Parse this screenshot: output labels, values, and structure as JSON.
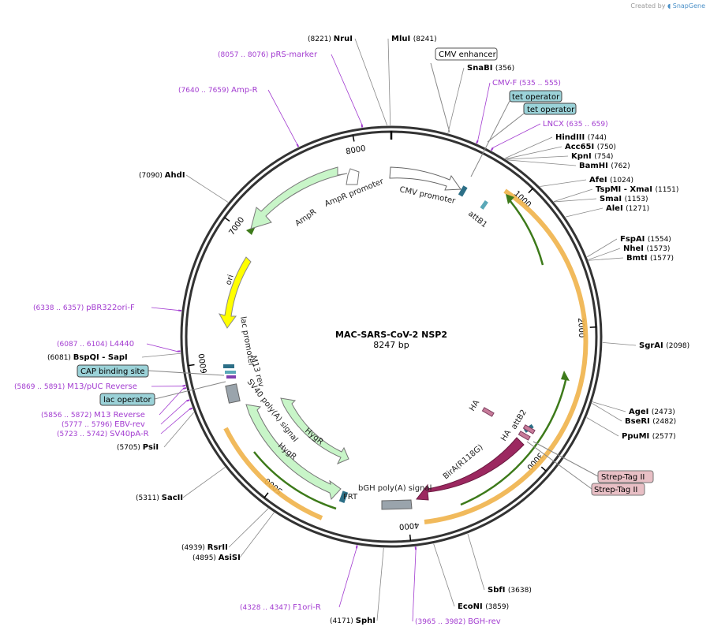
{
  "credit": {
    "prefix": "Created by",
    "brand": "SnapGene"
  },
  "plasmid": {
    "name": "MAC-SARS-CoV-2 NSP2",
    "size_label": "8247 bp",
    "length": 8247
  },
  "ticks": [
    {
      "label": "1000",
      "bp": 1000
    },
    {
      "label": "2000",
      "bp": 2000
    },
    {
      "label": "3000",
      "bp": 3000
    },
    {
      "label": "4000",
      "bp": 4000
    },
    {
      "label": "5000",
      "bp": 5000
    },
    {
      "label": "6000",
      "bp": 6000
    },
    {
      "label": "7000",
      "bp": 7000
    },
    {
      "label": "8000",
      "bp": 8000
    }
  ],
  "enzymes": [
    {
      "id": "nrui",
      "name": "NruI",
      "pos": "(8221)",
      "bp": 8221,
      "side": "L",
      "hide_pos": false
    },
    {
      "id": "mlui",
      "name": "MluI",
      "pos": "(8241)",
      "bp": 8241,
      "side": "R"
    },
    {
      "id": "snabi",
      "name": "SnaBI",
      "pos": "(356)",
      "bp": 356,
      "side": "R"
    },
    {
      "id": "hindiii",
      "name": "HindIII",
      "pos": "(744)",
      "bp": 744,
      "side": "R"
    },
    {
      "id": "acc65i",
      "name": "Acc65I",
      "pos": "(750)",
      "bp": 750,
      "side": "R"
    },
    {
      "id": "kpni",
      "name": "KpnI",
      "pos": "(754)",
      "bp": 754,
      "side": "R"
    },
    {
      "id": "bamhi",
      "name": "BamHI",
      "pos": "(762)",
      "bp": 762,
      "side": "R"
    },
    {
      "id": "afei",
      "name": "AfeI",
      "pos": "(1024)",
      "bp": 1024,
      "side": "R"
    },
    {
      "id": "tspmi",
      "name": "TspMI - XmaI",
      "pos": "(1151)",
      "bp": 1151,
      "side": "R"
    },
    {
      "id": "smai",
      "name": "SmaI",
      "pos": "(1153)",
      "bp": 1153,
      "side": "R"
    },
    {
      "id": "alei",
      "name": "AleI",
      "pos": "(1271)",
      "bp": 1271,
      "side": "R"
    },
    {
      "id": "fspai",
      "name": "FspAI",
      "pos": "(1554)",
      "bp": 1554,
      "side": "R"
    },
    {
      "id": "nhei",
      "name": "NheI",
      "pos": "(1573)",
      "bp": 1573,
      "side": "R"
    },
    {
      "id": "bmti",
      "name": "BmtI",
      "pos": "(1577)",
      "bp": 1577,
      "side": "R"
    },
    {
      "id": "sgrai",
      "name": "SgrAI",
      "pos": "(2098)",
      "bp": 2098,
      "side": "R"
    },
    {
      "id": "agei",
      "name": "AgeI",
      "pos": "(2473)",
      "bp": 2473,
      "side": "R"
    },
    {
      "id": "bseri",
      "name": "BseRI",
      "pos": "(2482)",
      "bp": 2482,
      "side": "R"
    },
    {
      "id": "ppumi",
      "name": "PpuMI",
      "pos": "(2577)",
      "bp": 2577,
      "side": "R"
    },
    {
      "id": "sbfi",
      "name": "SbfI",
      "pos": "(3638)",
      "bp": 3638,
      "side": "R"
    },
    {
      "id": "econi",
      "name": "EcoNI",
      "pos": "(3859)",
      "bp": 3859,
      "side": "R"
    },
    {
      "id": "sphi",
      "name": "SphI",
      "pos": "(4171)",
      "bp": 4171,
      "side": "L"
    },
    {
      "id": "asisi",
      "name": "AsiSI",
      "pos": "(4895)",
      "bp": 4895,
      "side": "L"
    },
    {
      "id": "rsrii",
      "name": "RsrII",
      "pos": "(4939)",
      "bp": 4939,
      "side": "L"
    },
    {
      "id": "sacii",
      "name": "SacII",
      "pos": "(5311)",
      "bp": 5311,
      "side": "L"
    },
    {
      "id": "psii",
      "name": "PsiI",
      "pos": "(5705)",
      "bp": 5705,
      "side": "L"
    },
    {
      "id": "bspqi",
      "name": "BspQI - SapI",
      "pos": "(6081)",
      "bp": 6081,
      "side": "L"
    },
    {
      "id": "ahdi",
      "name": "AhdI",
      "pos": "(7090)",
      "bp": 7090,
      "side": "L"
    }
  ],
  "primers": [
    {
      "id": "prs",
      "name": "pRS-marker",
      "pos": "(8057 .. 8076)",
      "bp": 8066
    },
    {
      "id": "ampr_p",
      "name": "Amp-R",
      "pos": "(7640 .. 7659)",
      "bp": 7650
    },
    {
      "id": "cmvf",
      "name": "CMV-F",
      "pos": "(535 .. 555)",
      "bp": 545
    },
    {
      "id": "lncx",
      "name": "LNCX",
      "pos": "(635 .. 659)",
      "bp": 647
    },
    {
      "id": "pbr",
      "name": "pBR322ori-F",
      "pos": "(6338 .. 6357)",
      "bp": 6347
    },
    {
      "id": "l4440",
      "name": "L4440",
      "pos": "(6087 .. 6104)",
      "bp": 6095
    },
    {
      "id": "m13puc",
      "name": "M13/pUC Reverse",
      "pos": "(5869 .. 5891)",
      "bp": 5880
    },
    {
      "id": "m13rev",
      "name": "M13 Reverse",
      "pos": "(5856 .. 5872)",
      "bp": 5864
    },
    {
      "id": "ebvrev",
      "name": "EBV-rev",
      "pos": "(5777 .. 5796)",
      "bp": 5786
    },
    {
      "id": "sv40pa",
      "name": "SV40pA-R",
      "pos": "(5723 .. 5742)",
      "bp": 5732
    },
    {
      "id": "f1ori",
      "name": "F1ori-R",
      "pos": "(4328 .. 4347)",
      "bp": 4337
    },
    {
      "id": "bghrev",
      "name": "BGH-rev",
      "pos": "(3965 .. 3982)",
      "bp": 3973
    }
  ],
  "boxed_features": [
    {
      "id": "cmv_enh",
      "name": "CMV enhancer",
      "bp": 200,
      "fill": "#ffffff"
    },
    {
      "id": "tetop1",
      "name": "tet operator",
      "bp": 590,
      "fill": "#9bd2d8"
    },
    {
      "id": "tetop2",
      "name": "tet operator",
      "bp": 610,
      "fill": "#9bd2d8"
    },
    {
      "id": "cap",
      "name": "CAP binding site",
      "bp": 6010,
      "fill": "#9bd2d8"
    },
    {
      "id": "lacop",
      "name": "lac operator",
      "bp": 5950,
      "fill": "#9bd2d8"
    },
    {
      "id": "strep1",
      "name": "Strep-Tag II",
      "bp": 2980,
      "fill": "#e8bfc5"
    },
    {
      "id": "strep2",
      "name": "Strep-Tag II",
      "bp": 2990,
      "fill": "#e8bfc5"
    }
  ],
  "features": [
    {
      "id": "cmv_promoter",
      "name": "CMV promoter"
    },
    {
      "id": "attb1",
      "name": "attB1"
    },
    {
      "id": "attb2",
      "name": "attB2"
    },
    {
      "id": "ha1",
      "name": "HA"
    },
    {
      "id": "ha2",
      "name": "HA"
    },
    {
      "id": "bira",
      "name": "BirA(R118G)"
    },
    {
      "id": "bgh",
      "name": "bGH poly(A) signal"
    },
    {
      "id": "frt",
      "name": "FRT"
    },
    {
      "id": "hygr1",
      "name": "HygR"
    },
    {
      "id": "hygr2",
      "name": "HygR"
    },
    {
      "id": "sv40pa",
      "name": "SV40 poly(A) signal"
    },
    {
      "id": "m13rev_f",
      "name": "M13 rev"
    },
    {
      "id": "lacprom",
      "name": "lac promoter"
    },
    {
      "id": "ori",
      "name": "ori"
    },
    {
      "id": "ampr",
      "name": "AmpR"
    },
    {
      "id": "ampr_prom",
      "name": "AmpR promoter"
    }
  ],
  "colors": {
    "backbone": "#333333",
    "primer": "#a23bd0",
    "orf_orange": "#f0b24a",
    "orf_green": "#3d7a1a",
    "amp_fill": "#c8f5c8",
    "ori_fill": "#ffff00",
    "bira_fill": "#9c2860",
    "bgh_fill": "#9aa4ac",
    "att_fill": "#2c6f87"
  }
}
